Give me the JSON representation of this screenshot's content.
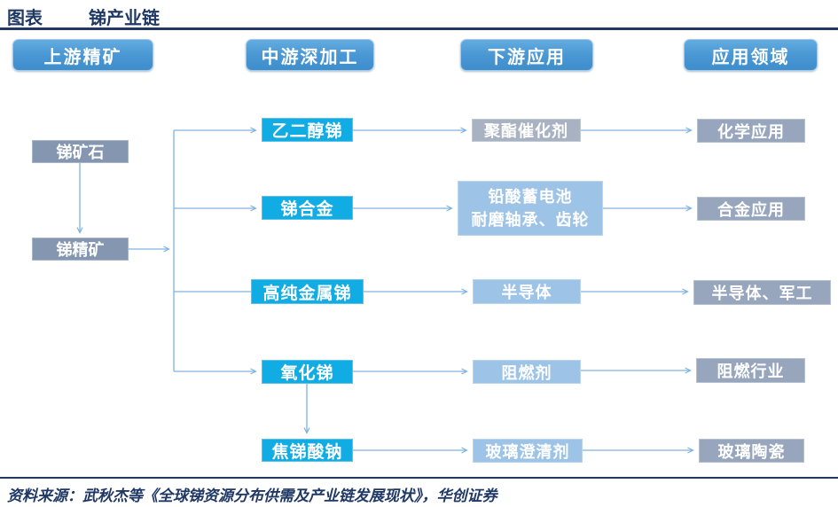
{
  "title": {
    "prefix": "图表",
    "name": "锑产业链"
  },
  "headers": [
    {
      "label": "上游精矿"
    },
    {
      "label": "中游深加工"
    },
    {
      "label": "下游应用"
    },
    {
      "label": "应用领域"
    }
  ],
  "upstream": [
    {
      "label": "锑矿石"
    },
    {
      "label": "锑精矿"
    }
  ],
  "midstream": [
    {
      "label": "乙二醇锑"
    },
    {
      "label": "锑合金"
    },
    {
      "label": "高纯金属锑"
    },
    {
      "label": "氧化锑"
    },
    {
      "label": "焦锑酸钠"
    }
  ],
  "downstream": [
    {
      "label": "聚酯催化剂"
    },
    {
      "label": "铅酸蓄电池",
      "label2": "耐磨轴承、齿轮"
    },
    {
      "label": "半导体"
    },
    {
      "label": "阻燃剂"
    },
    {
      "label": "玻璃澄清剂"
    }
  ],
  "fields": [
    {
      "label": "化学应用"
    },
    {
      "label": "合金应用"
    },
    {
      "label": "半导体、军工"
    },
    {
      "label": "阻燃行业"
    },
    {
      "label": "玻璃陶瓷"
    }
  ],
  "footer": {
    "source": "资料来源：武秋杰等《全球锑资源分布供需及产业链发展现状》，华创证券"
  },
  "colors": {
    "navy": "#1F3864",
    "header_blue": "#4694D2",
    "cyan_box": "#12ACE4",
    "upstream_gray_blue": "#8496B0",
    "light_blue_box": "#9DC3E6",
    "catalyst_gray": "#A8B2C2",
    "field_gray_blue": "#97A6BD",
    "connector_blue": "#7FB2DE"
  }
}
